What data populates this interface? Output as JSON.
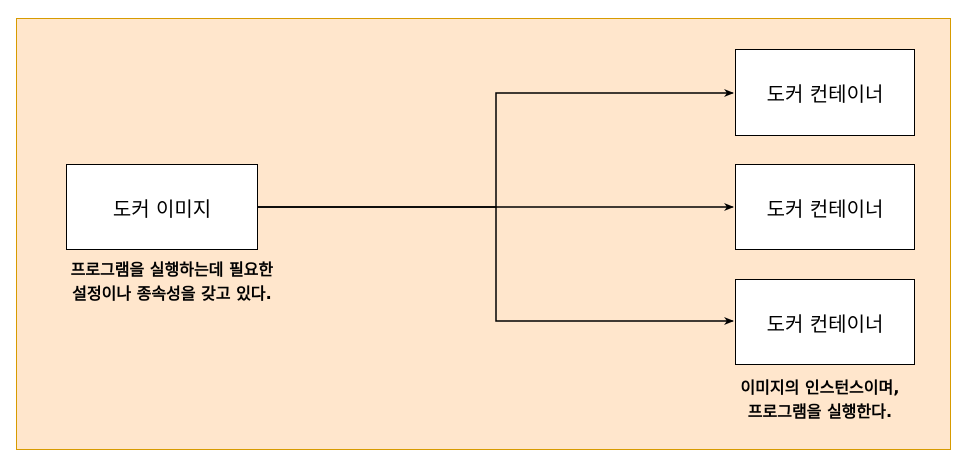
{
  "diagram": {
    "image_node": {
      "label": "도커 이미지"
    },
    "image_note": {
      "line1": "프로그램을 실행하는데 필요한",
      "line2": "설정이나 종속성을 갖고 있다."
    },
    "container_nodes": [
      {
        "label": "도커 컨테이너"
      },
      {
        "label": "도커 컨테이너"
      },
      {
        "label": "도커 컨테이너"
      }
    ],
    "container_note": {
      "line1": "이미지의 인스턴스이며,",
      "line2": "프로그램을 실행한다."
    },
    "colors": {
      "background_fill": "#ffe6cc",
      "background_stroke": "#d79b00",
      "node_fill": "#ffffff",
      "stroke": "#000000"
    }
  }
}
